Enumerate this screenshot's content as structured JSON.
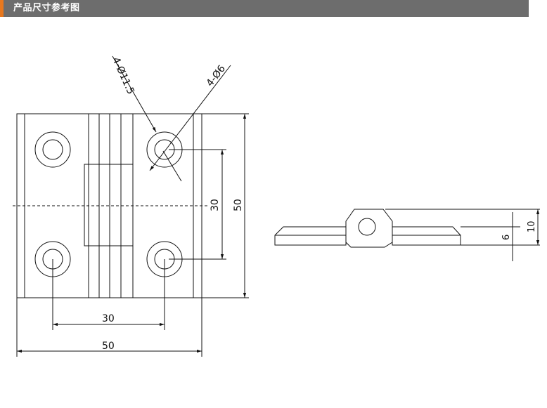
{
  "header": {
    "title": "产品尺寸参考图",
    "bar_color": "#6d6d6d",
    "accent_color": "#e8781e"
  },
  "drawing": {
    "callout_large_holes": "4-Ø11.5",
    "callout_small_holes": "4-Ø6",
    "dim_hole_spacing_vertical": "30",
    "dim_overall_height": "50",
    "dim_hole_spacing_horizontal": "30",
    "dim_overall_width": "50",
    "side_dim_plate_thickness": "6",
    "side_dim_knuckle_height": "10"
  }
}
